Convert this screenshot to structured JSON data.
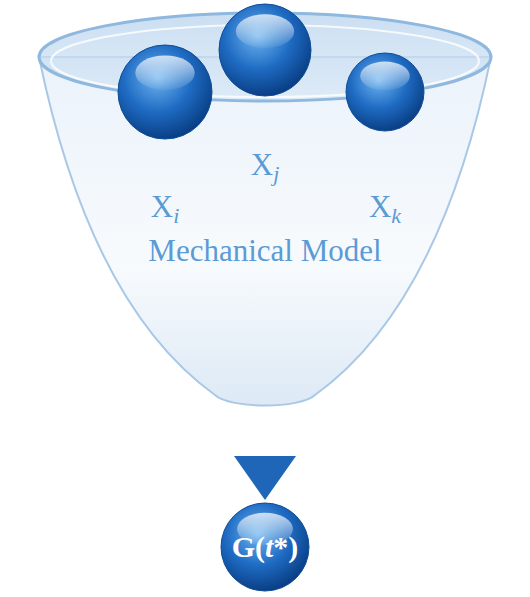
{
  "diagram": {
    "nodes": [
      {
        "text": [
          "Mechanical Model"
        ]
      },
      {
        "text": [
          "Xi"
        ],
        "in": 0
      },
      {
        "text": [
          "Xj"
        ],
        "in": 0
      },
      {
        "text": [
          "Xk"
        ],
        "in": 0
      },
      {
        "text": [
          "G(t*)"
        ]
      }
    ],
    "edges": [
      {
        "from": 0,
        "to": 4,
        "arrow": "to"
      }
    ]
  }
}
